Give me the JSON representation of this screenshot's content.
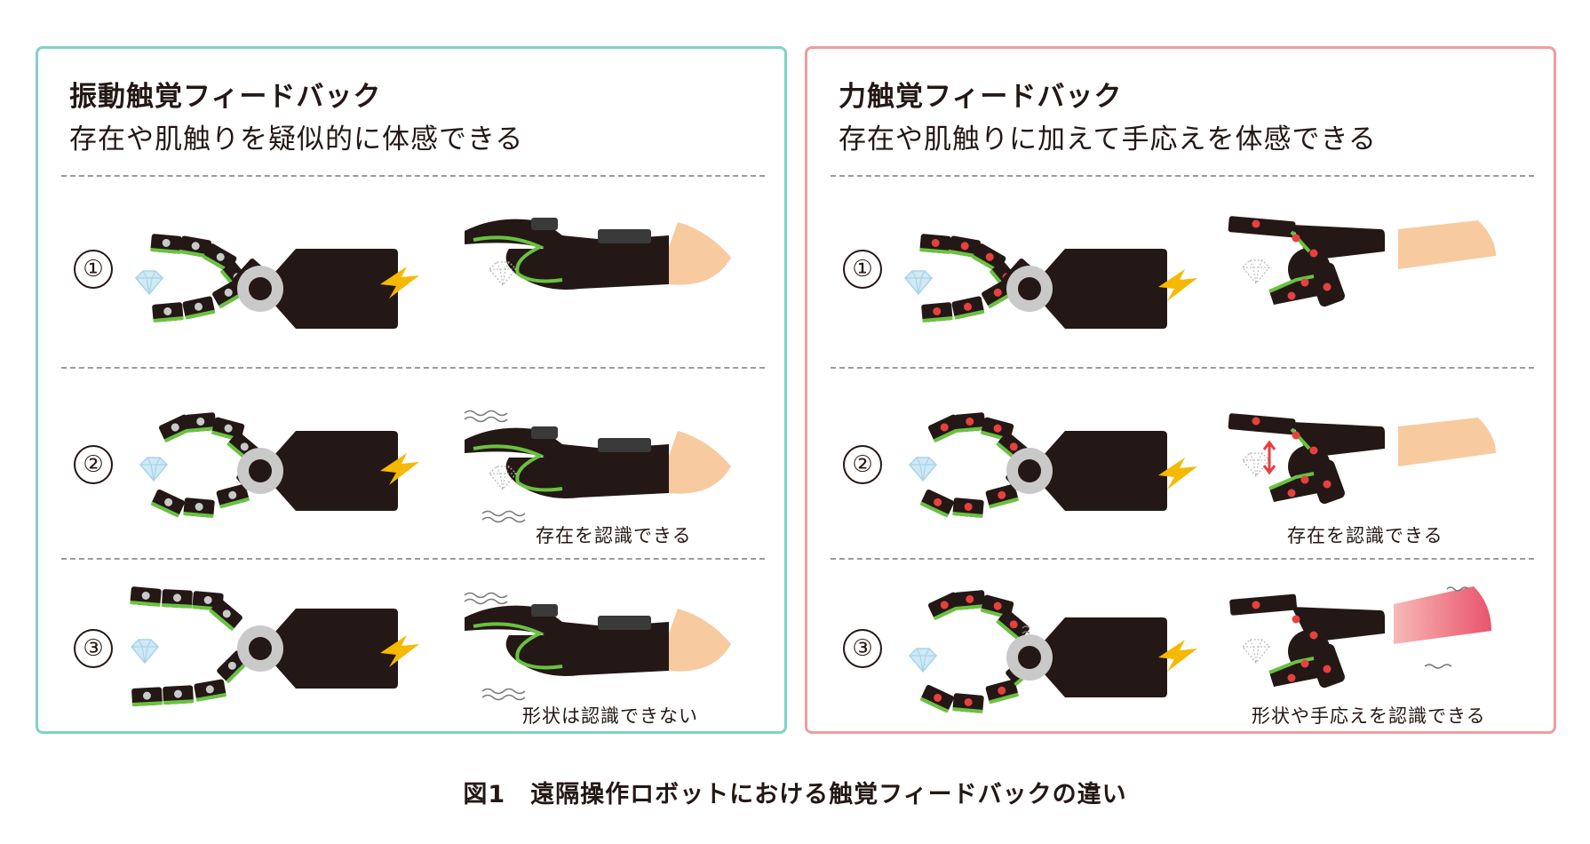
{
  "vibration_panel": {
    "title": "振動触覚フィードバック",
    "subtitle": "存在や肌触りを疑似的に体感できる",
    "rows": [
      {
        "number": "①",
        "caption": ""
      },
      {
        "number": "②",
        "caption": "存在を認識できる"
      },
      {
        "number": "③",
        "caption": "形状は認識できない"
      }
    ]
  },
  "force_panel": {
    "title": "力触覚フィードバック",
    "subtitle": "存在や肌触りに加えて手応えを体感できる",
    "rows": [
      {
        "number": "①",
        "caption": ""
      },
      {
        "number": "②",
        "caption": "存在を認識できる"
      },
      {
        "number": "③",
        "caption": "形状や手応えを認識できる"
      }
    ]
  },
  "figure_caption": "図1　遠隔操作ロボットにおける触覚フィードバックの違い",
  "colors": {
    "vibration_border": "#7fd3c4",
    "force_border": "#f19c9e",
    "finger_accent": "#6ac23f",
    "force_dot": "#e8403f",
    "lightning": "#f6b800",
    "skin": "#f8caa0",
    "body": "#231815"
  },
  "icons": [
    "robot-gripper-icon",
    "diamond-object-icon",
    "lightning-icon",
    "glove-hand-icon",
    "force-exoskeleton-hand-icon"
  ]
}
